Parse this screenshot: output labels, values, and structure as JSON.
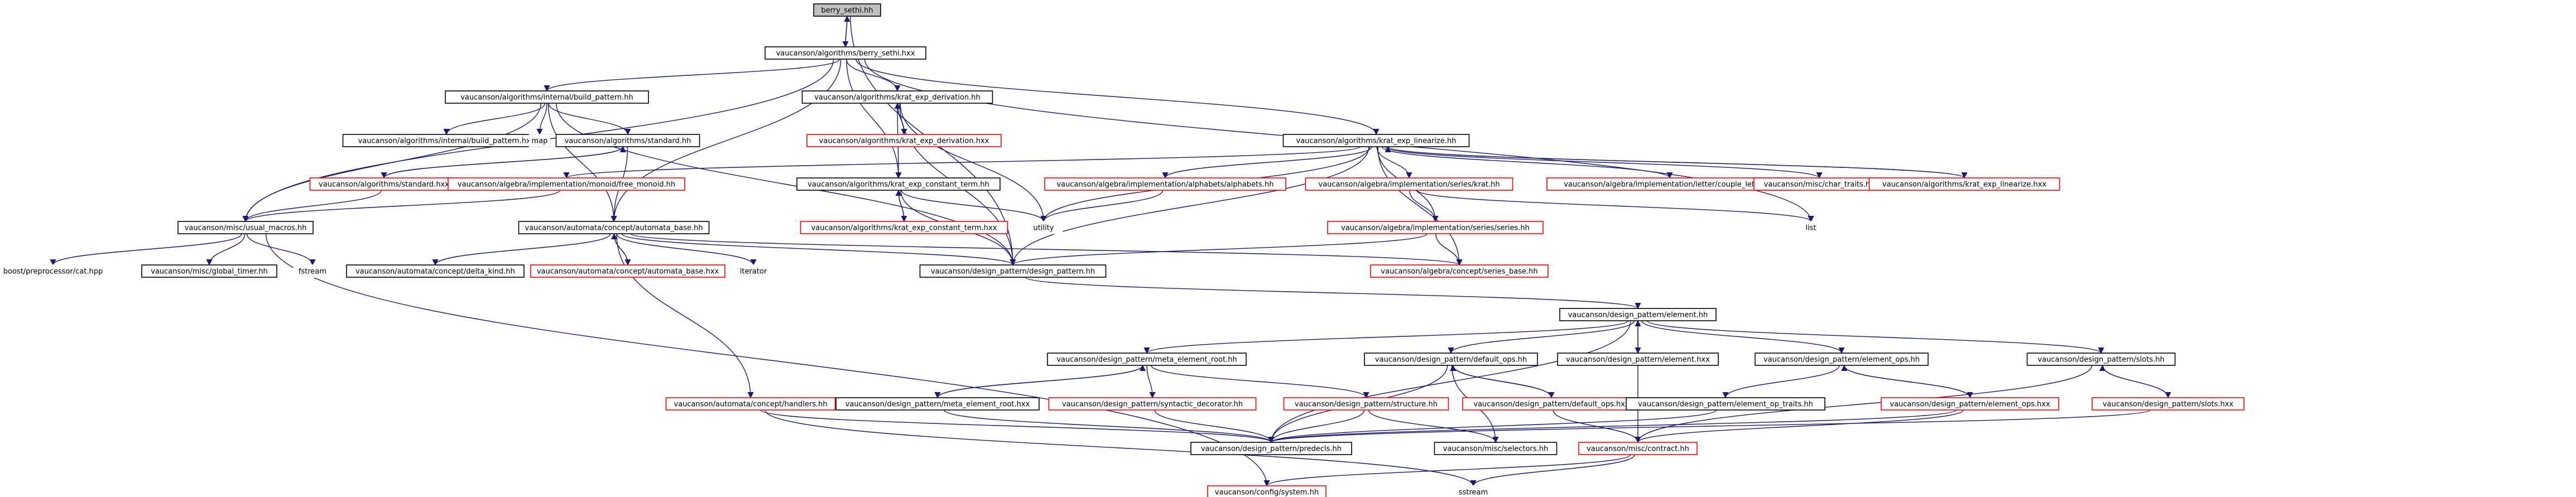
{
  "diagram": {
    "nodes": [
      {
        "id": "berry_sethi_hh",
        "label": "berry_sethi.hh",
        "style": "root"
      },
      {
        "id": "berry_sethi_hxx",
        "label": "vaucanson/algorithms/berry_sethi.hxx",
        "style": "black"
      },
      {
        "id": "build_pattern_hh",
        "label": "vaucanson/algorithms/internal/build_pattern.hh",
        "style": "black"
      },
      {
        "id": "krat_exp_derivation_hh",
        "label": "vaucanson/algorithms/krat_exp_derivation.hh",
        "style": "black"
      },
      {
        "id": "krat_exp_linearize_hh",
        "label": "vaucanson/algorithms/krat_exp_linearize.hh",
        "style": "black"
      },
      {
        "id": "build_pattern_hxx",
        "label": "vaucanson/algorithms/internal/build_pattern.hxx",
        "style": "black"
      },
      {
        "id": "map",
        "label": "map",
        "style": "plain"
      },
      {
        "id": "standard_hh",
        "label": "vaucanson/algorithms/standard.hh",
        "style": "black"
      },
      {
        "id": "krat_exp_derivation_hxx",
        "label": "vaucanson/algorithms/krat_exp_derivation.hxx",
        "style": "red"
      },
      {
        "id": "standard_hxx",
        "label": "vaucanson/algorithms/standard.hxx",
        "style": "red"
      },
      {
        "id": "free_monoid_hh",
        "label": "vaucanson/algebra/implementation/monoid/free_monoid.hh",
        "style": "red"
      },
      {
        "id": "krat_exp_constant_term_hh",
        "label": "vaucanson/algorithms/krat_exp_constant_term.hh",
        "style": "black"
      },
      {
        "id": "alphabets_hh",
        "label": "vaucanson/algebra/implementation/alphabets/alphabets.hh",
        "style": "red"
      },
      {
        "id": "krat_hh",
        "label": "vaucanson/algebra/implementation/series/krat.hh",
        "style": "red"
      },
      {
        "id": "couple_letter_hh",
        "label": "vaucanson/algebra/implementation/letter/couple_letter.hh",
        "style": "red"
      },
      {
        "id": "char_traits_hh",
        "label": "vaucanson/misc/char_traits.hh",
        "style": "red"
      },
      {
        "id": "krat_exp_linearize_hxx",
        "label": "vaucanson/algorithms/krat_exp_linearize.hxx",
        "style": "red"
      },
      {
        "id": "usual_macros_hh",
        "label": "vaucanson/misc/usual_macros.hh",
        "style": "black"
      },
      {
        "id": "automata_base_hh",
        "label": "vaucanson/automata/concept/automata_base.hh",
        "style": "black"
      },
      {
        "id": "krat_exp_constant_term_hxx",
        "label": "vaucanson/algorithms/krat_exp_constant_term.hxx",
        "style": "red"
      },
      {
        "id": "utility",
        "label": "utility",
        "style": "plain"
      },
      {
        "id": "series_hh",
        "label": "vaucanson/algebra/implementation/series/series.hh",
        "style": "red"
      },
      {
        "id": "list",
        "label": "list",
        "style": "plain"
      },
      {
        "id": "boost_cat",
        "label": "boost/preprocessor/cat.hpp",
        "style": "plain"
      },
      {
        "id": "global_timer_hh",
        "label": "vaucanson/misc/global_timer.hh",
        "style": "black"
      },
      {
        "id": "fstream",
        "label": "fstream",
        "style": "plain"
      },
      {
        "id": "delta_kind_hh",
        "label": "vaucanson/automata/concept/delta_kind.hh",
        "style": "black"
      },
      {
        "id": "automata_base_hxx",
        "label": "vaucanson/automata/concept/automata_base.hxx",
        "style": "red"
      },
      {
        "id": "iterator",
        "label": "iterator",
        "style": "plain"
      },
      {
        "id": "design_pattern_hh",
        "label": "vaucanson/design_pattern/design_pattern.hh",
        "style": "black"
      },
      {
        "id": "series_base_hh",
        "label": "vaucanson/algebra/concept/series_base.hh",
        "style": "red"
      },
      {
        "id": "element_hh",
        "label": "vaucanson/design_pattern/element.hh",
        "style": "black"
      },
      {
        "id": "meta_element_root_hh",
        "label": "vaucanson/design_pattern/meta_element_root.hh",
        "style": "black"
      },
      {
        "id": "default_ops_hh",
        "label": "vaucanson/design_pattern/default_ops.hh",
        "style": "black"
      },
      {
        "id": "element_hxx",
        "label": "vaucanson/design_pattern/element.hxx",
        "style": "black"
      },
      {
        "id": "element_ops_hh",
        "label": "vaucanson/design_pattern/element_ops.hh",
        "style": "black"
      },
      {
        "id": "slots_hh",
        "label": "vaucanson/design_pattern/slots.hh",
        "style": "black"
      },
      {
        "id": "handlers_hh",
        "label": "vaucanson/automata/concept/handlers.hh",
        "style": "red"
      },
      {
        "id": "meta_element_root_hxx",
        "label": "vaucanson/design_pattern/meta_element_root.hxx",
        "style": "black"
      },
      {
        "id": "syntactic_decorator_hh",
        "label": "vaucanson/design_pattern/syntactic_decorator.hh",
        "style": "red"
      },
      {
        "id": "structure_hh",
        "label": "vaucanson/design_pattern/structure.hh",
        "style": "red"
      },
      {
        "id": "default_ops_hxx",
        "label": "vaucanson/design_pattern/default_ops.hxx",
        "style": "red"
      },
      {
        "id": "element_op_traits_hh",
        "label": "vaucanson/design_pattern/element_op_traits.hh",
        "style": "black"
      },
      {
        "id": "element_ops_hxx",
        "label": "vaucanson/design_pattern/element_ops.hxx",
        "style": "red"
      },
      {
        "id": "slots_hxx",
        "label": "vaucanson/design_pattern/slots.hxx",
        "style": "red"
      },
      {
        "id": "predecls_hh",
        "label": "vaucanson/design_pattern/predecls.hh",
        "style": "black"
      },
      {
        "id": "selectors_hh",
        "label": "vaucanson/misc/selectors.hh",
        "style": "black"
      },
      {
        "id": "contract_hh",
        "label": "vaucanson/misc/contract.hh",
        "style": "red"
      },
      {
        "id": "system_hh",
        "label": "vaucanson/config/system.hh",
        "style": "red"
      },
      {
        "id": "sstream",
        "label": "sstream",
        "style": "plain"
      }
    ],
    "edges": [
      [
        "berry_sethi_hh",
        "berry_sethi_hxx"
      ],
      [
        "berry_sethi_hxx",
        "berry_sethi_hh"
      ],
      [
        "berry_sethi_hh",
        "design_pattern_hh"
      ],
      [
        "berry_sethi_hxx",
        "build_pattern_hh"
      ],
      [
        "berry_sethi_hxx",
        "krat_exp_derivation_hh"
      ],
      [
        "berry_sethi_hxx",
        "krat_exp_linearize_hh"
      ],
      [
        "berry_sethi_hxx",
        "usual_macros_hh"
      ],
      [
        "berry_sethi_hxx",
        "krat_exp_constant_term_hh"
      ],
      [
        "berry_sethi_hxx",
        "automata_base_hh"
      ],
      [
        "berry_sethi_hxx",
        "list"
      ],
      [
        "build_pattern_hh",
        "build_pattern_hxx"
      ],
      [
        "build_pattern_hh",
        "map"
      ],
      [
        "build_pattern_hh",
        "standard_hh"
      ],
      [
        "build_pattern_hh",
        "usual_macros_hh"
      ],
      [
        "build_pattern_hh",
        "automata_base_hh"
      ],
      [
        "build_pattern_hh",
        "design_pattern_hh"
      ],
      [
        "krat_exp_derivation_hh",
        "krat_exp_derivation_hxx"
      ],
      [
        "krat_exp_derivation_hxx",
        "krat_exp_derivation_hh"
      ],
      [
        "krat_exp_derivation_hh",
        "krat_exp_constant_term_hh"
      ],
      [
        "krat_exp_derivation_hh",
        "utility"
      ],
      [
        "krat_exp_derivation_hh",
        "design_pattern_hh"
      ],
      [
        "krat_exp_linearize_hh",
        "krat_exp_linearize_hxx"
      ],
      [
        "krat_exp_linearize_hxx",
        "krat_exp_linearize_hh"
      ],
      [
        "krat_exp_linearize_hh",
        "free_monoid_hh"
      ],
      [
        "krat_exp_linearize_hh",
        "alphabets_hh"
      ],
      [
        "krat_exp_linearize_hh",
        "krat_hh"
      ],
      [
        "krat_exp_linearize_hh",
        "couple_letter_hh"
      ],
      [
        "krat_exp_linearize_hh",
        "char_traits_hh"
      ],
      [
        "krat_exp_linearize_hh",
        "series_hh"
      ],
      [
        "krat_exp_linearize_hh",
        "utility"
      ],
      [
        "krat_exp_linearize_hh",
        "design_pattern_hh"
      ],
      [
        "krat_exp_linearize_hh",
        "series_base_hh"
      ],
      [
        "standard_hh",
        "standard_hxx"
      ],
      [
        "standard_hxx",
        "standard_hh"
      ],
      [
        "standard_hh",
        "automata_base_hh"
      ],
      [
        "standard_hxx",
        "usual_macros_hh"
      ],
      [
        "free_monoid_hh",
        "usual_macros_hh"
      ],
      [
        "krat_exp_constant_term_hh",
        "krat_exp_constant_term_hxx"
      ],
      [
        "krat_exp_constant_term_hxx",
        "krat_exp_constant_term_hh"
      ],
      [
        "krat_exp_constant_term_hh",
        "utility"
      ],
      [
        "krat_exp_constant_term_hh",
        "design_pattern_hh"
      ],
      [
        "alphabets_hh",
        "utility"
      ],
      [
        "krat_hh",
        "series_hh"
      ],
      [
        "krat_hh",
        "list"
      ],
      [
        "series_hh",
        "series_base_hh"
      ],
      [
        "series_hh",
        "design_pattern_hh"
      ],
      [
        "usual_macros_hh",
        "boost_cat"
      ],
      [
        "usual_macros_hh",
        "global_timer_hh"
      ],
      [
        "usual_macros_hh",
        "fstream"
      ],
      [
        "usual_macros_hh",
        "system_hh"
      ],
      [
        "automata_base_hh",
        "delta_kind_hh"
      ],
      [
        "automata_base_hh",
        "automata_base_hxx"
      ],
      [
        "automata_base_hxx",
        "automata_base_hh"
      ],
      [
        "automata_base_hh",
        "iterator"
      ],
      [
        "automata_base_hh",
        "design_pattern_hh"
      ],
      [
        "automata_base_hh",
        "series_base_hh"
      ],
      [
        "automata_base_hh",
        "handlers_hh"
      ],
      [
        "design_pattern_hh",
        "element_hh"
      ],
      [
        "element_hh",
        "meta_element_root_hh"
      ],
      [
        "element_hh",
        "default_ops_hh"
      ],
      [
        "element_hh",
        "element_hxx"
      ],
      [
        "element_hxx",
        "element_hh"
      ],
      [
        "element_hh",
        "element_ops_hh"
      ],
      [
        "element_hh",
        "slots_hh"
      ],
      [
        "element_hh",
        "predecls_hh"
      ],
      [
        "meta_element_root_hh",
        "meta_element_root_hxx"
      ],
      [
        "meta_element_root_hxx",
        "meta_element_root_hh"
      ],
      [
        "meta_element_root_hh",
        "syntactic_decorator_hh"
      ],
      [
        "meta_element_root_hh",
        "structure_hh"
      ],
      [
        "default_ops_hh",
        "default_ops_hxx"
      ],
      [
        "default_ops_hxx",
        "default_ops_hh"
      ],
      [
        "default_ops_hh",
        "predecls_hh"
      ],
      [
        "default_ops_hh",
        "selectors_hh"
      ],
      [
        "element_ops_hh",
        "element_op_traits_hh"
      ],
      [
        "element_ops_hh",
        "element_ops_hxx"
      ],
      [
        "element_ops_hxx",
        "element_ops_hh"
      ],
      [
        "slots_hh",
        "slots_hxx"
      ],
      [
        "slots_hxx",
        "slots_hh"
      ],
      [
        "slots_hh",
        "contract_hh"
      ],
      [
        "handlers_hh",
        "predecls_hh"
      ],
      [
        "handlers_hh",
        "sstream"
      ],
      [
        "meta_element_root_hxx",
        "predecls_hh"
      ],
      [
        "syntactic_decorator_hh",
        "predecls_hh"
      ],
      [
        "structure_hh",
        "predecls_hh"
      ],
      [
        "structure_hh",
        "selectors_hh"
      ],
      [
        "default_ops_hxx",
        "contract_hh"
      ],
      [
        "element_hxx",
        "contract_hh"
      ],
      [
        "element_op_traits_hh",
        "predecls_hh"
      ],
      [
        "element_ops_hxx",
        "predecls_hh"
      ],
      [
        "slots_hxx",
        "predecls_hh"
      ],
      [
        "element_ops_hxx",
        "contract_hh"
      ],
      [
        "contract_hh",
        "system_hh"
      ],
      [
        "contract_hh",
        "sstream"
      ]
    ]
  }
}
